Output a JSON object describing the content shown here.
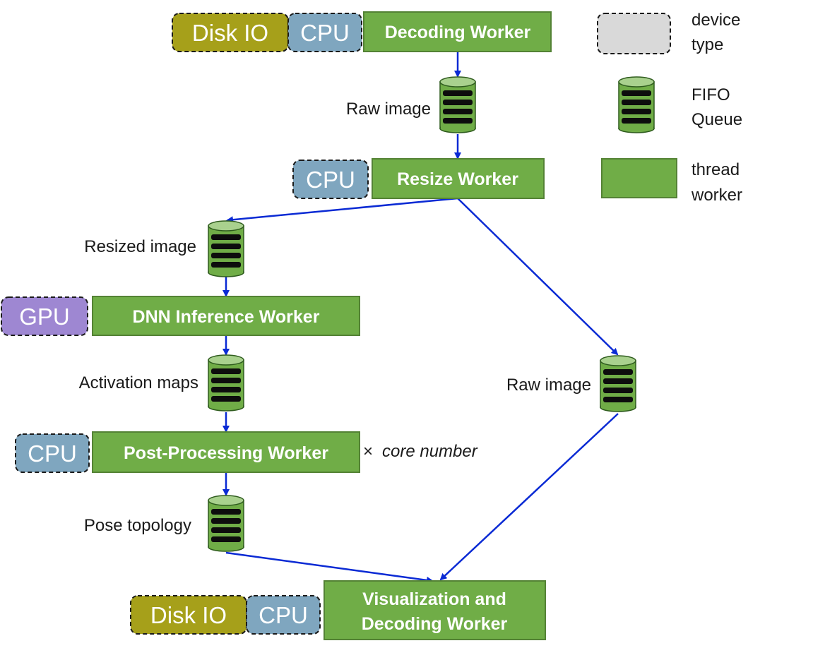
{
  "colors": {
    "worker_fill": "#70ad47",
    "worker_border": "#548235",
    "disk_io": "#a6a01a",
    "cpu": "#7fa6bf",
    "gpu": "#9e87d2",
    "device_legend": "#d9d9d9",
    "arrow": "#0a2ad4",
    "queue_top": "#a9d18e",
    "queue_body": "#70ad47",
    "queue_slot": "#0d0d0d"
  },
  "legend": {
    "device_line1": "device",
    "device_line2": "type",
    "queue_line1": "FIFO",
    "queue_line2": "Queue",
    "worker_line1": "thread",
    "worker_line2": "worker"
  },
  "workers": {
    "decoding": "Decoding Worker",
    "resize": "Resize Worker",
    "dnn": "DNN Inference Worker",
    "post": "Post-Processing Worker",
    "vis_line1": "Visualization and",
    "vis_line2": "Decoding Worker"
  },
  "devices": {
    "disk_io": "Disk IO",
    "cpu": "CPU",
    "gpu": "GPU"
  },
  "queues": {
    "raw_image_1": "Raw image",
    "resized_image": "Resized image",
    "activation_maps": "Activation maps",
    "raw_image_2": "Raw image",
    "pose_topology": "Pose topology"
  },
  "multiplier": {
    "symbol": "×",
    "text": "core number"
  }
}
